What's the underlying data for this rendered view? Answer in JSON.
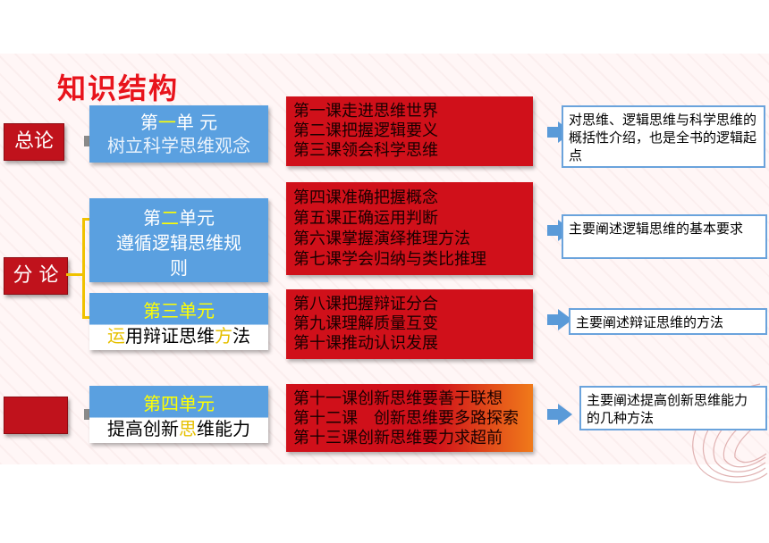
{
  "title": "知识结构",
  "sections": [
    {
      "label": "总论"
    },
    {
      "label": "分 论"
    },
    {
      "label": ""
    }
  ],
  "units": [
    {
      "line1_pre": "第",
      "line1_hl": "一",
      "line1_post": "单 元",
      "line2": "树立科学思维观念"
    },
    {
      "line1_pre": "第",
      "line1_hl": "二",
      "line1_post": "单元",
      "line2": "遵循逻辑思维规",
      "line3": "则"
    },
    {
      "line1_pre": "第三单元",
      "line1_hl": "",
      "line1_post": "",
      "line2_hl1": "运",
      "line2_mid": "用辩证思维",
      "line2_hl2": "方",
      "line2_post": "法"
    },
    {
      "line1_pre": "第",
      "line1_hl": "四",
      "line1_post": "单元",
      "line2_pre": "提高创新",
      "line2_hl": "思",
      "line2_post": "维能力"
    }
  ],
  "lessons": [
    [
      "第一课走进思维世界",
      "第二课把握逻辑要义",
      "第三课领会科学思维"
    ],
    [
      "第四课准确把握概念",
      "第五课正确运用判断",
      "第六课掌握演绎推理方法",
      "第七课学会归纳与类比推理"
    ],
    [
      "第八课把握辩证分合",
      "第九课理解质量互变",
      "第十课推动认识发展"
    ],
    [
      "第十一课创新思维要善于联想",
      "第十二课　创新思维要多路探索",
      "第十三课创新思维要力求超前"
    ]
  ],
  "descriptions": [
    "对思维、逻辑思维与科学思维的概括性介绍，也是全书的逻辑起点",
    "主要阐述逻辑思维的基本要求",
    "主要阐述辩证思维的方法",
    "主要阐述提高创新思维能力的几种方法"
  ]
}
